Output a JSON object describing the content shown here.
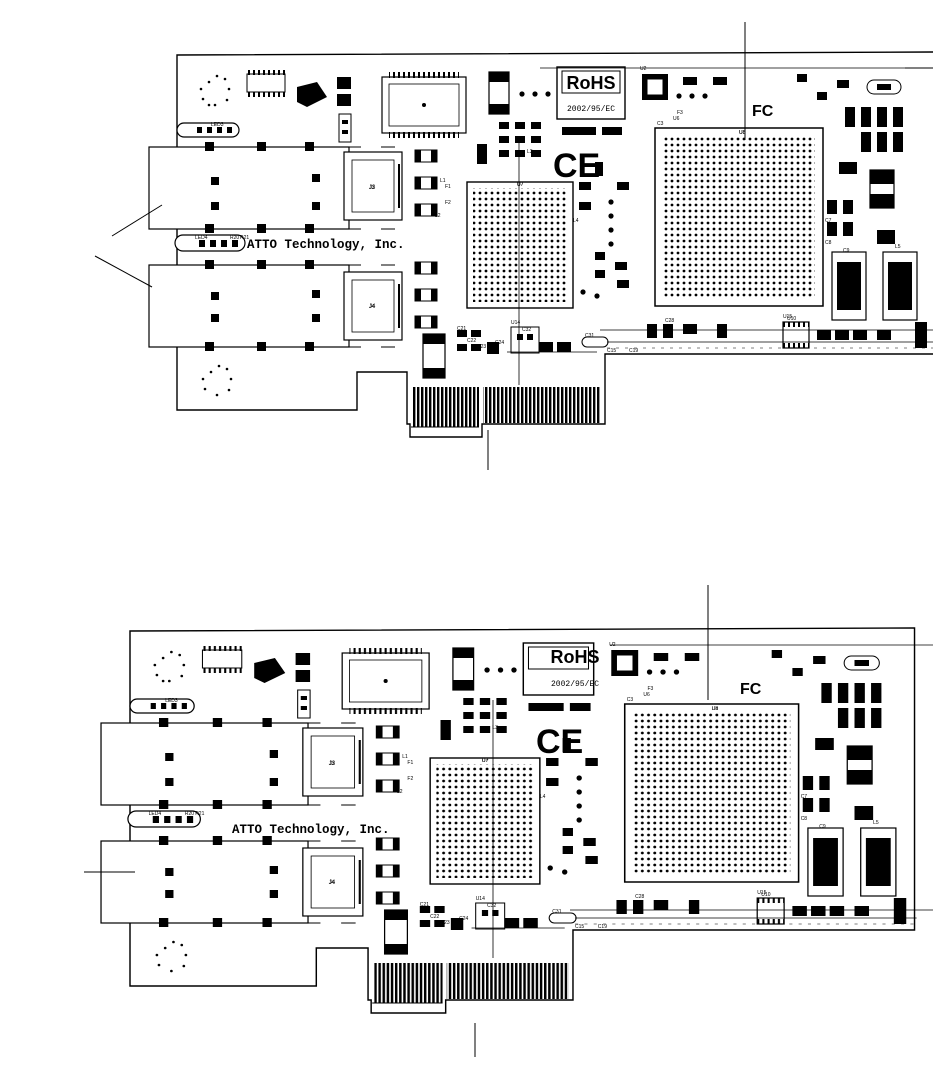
{
  "boards": [
    {
      "id": "top",
      "labels": {
        "rohs": "RoHS",
        "rohs_sub": "2002/95/EC",
        "fcc": "FC",
        "ce": "CE",
        "maker": "ATTO Technology, Inc.",
        "refs": [
          "J3",
          "J4",
          "U7",
          "U8",
          "U10",
          "U6",
          "F1",
          "F2",
          "F3",
          "C3",
          "L1",
          "L2",
          "L3",
          "L4",
          "LED3",
          "LED4",
          "R20",
          "R21",
          "C21",
          "C22",
          "C23",
          "C24",
          "U14",
          "C15",
          "C31",
          "C32",
          "C28",
          "C19",
          "C7",
          "C8",
          "C9",
          "L5",
          "U2",
          "U15"
        ]
      }
    },
    {
      "id": "bottom",
      "labels": {
        "rohs": "RoHS",
        "rohs_sub": "2002/95/EC",
        "fcc": "FC",
        "ce": "CE",
        "maker": "ATTO Technology, Inc.",
        "refs": [
          "J3",
          "J4",
          "U7",
          "U8",
          "U10",
          "U6",
          "F1",
          "F2",
          "F3",
          "C3",
          "L1",
          "L2",
          "L3",
          "L4",
          "LED3",
          "LED4",
          "R20",
          "R21",
          "C21",
          "C22",
          "C23",
          "C24",
          "U14",
          "C15",
          "C31",
          "C32",
          "C28",
          "C19",
          "C7",
          "C8",
          "C9",
          "L5",
          "U2",
          "U15"
        ]
      }
    }
  ]
}
